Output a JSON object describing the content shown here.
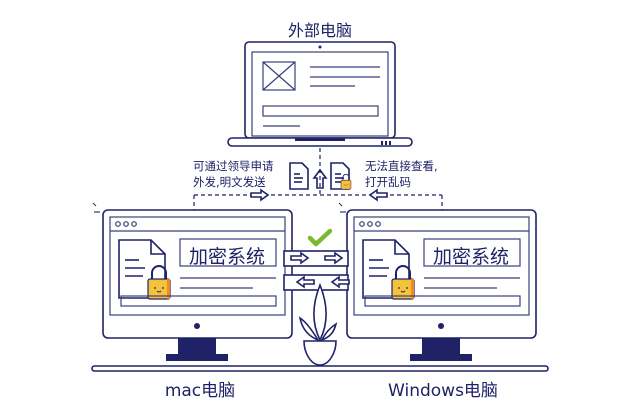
{
  "external_pc": {
    "label": "外部电脑"
  },
  "left_note": {
    "line1": "可通过领导申请",
    "line2": "外发,明文发送"
  },
  "right_note": {
    "line1": "无法直接查看,",
    "line2": "打开乱码"
  },
  "mac_pc": {
    "label": "mac电脑",
    "system_label": "加密系统"
  },
  "windows_pc": {
    "label": "Windows电脑",
    "system_label": "加密系统"
  },
  "colors": {
    "navy": "#1f2266",
    "lock": "#f5c33b",
    "lock_side": "#f08a24",
    "check": "#7cb82f"
  },
  "icons": [
    "document-icon",
    "encrypted-document-icon",
    "lock-icon",
    "check-icon",
    "plant-icon",
    "arrow-icon"
  ]
}
